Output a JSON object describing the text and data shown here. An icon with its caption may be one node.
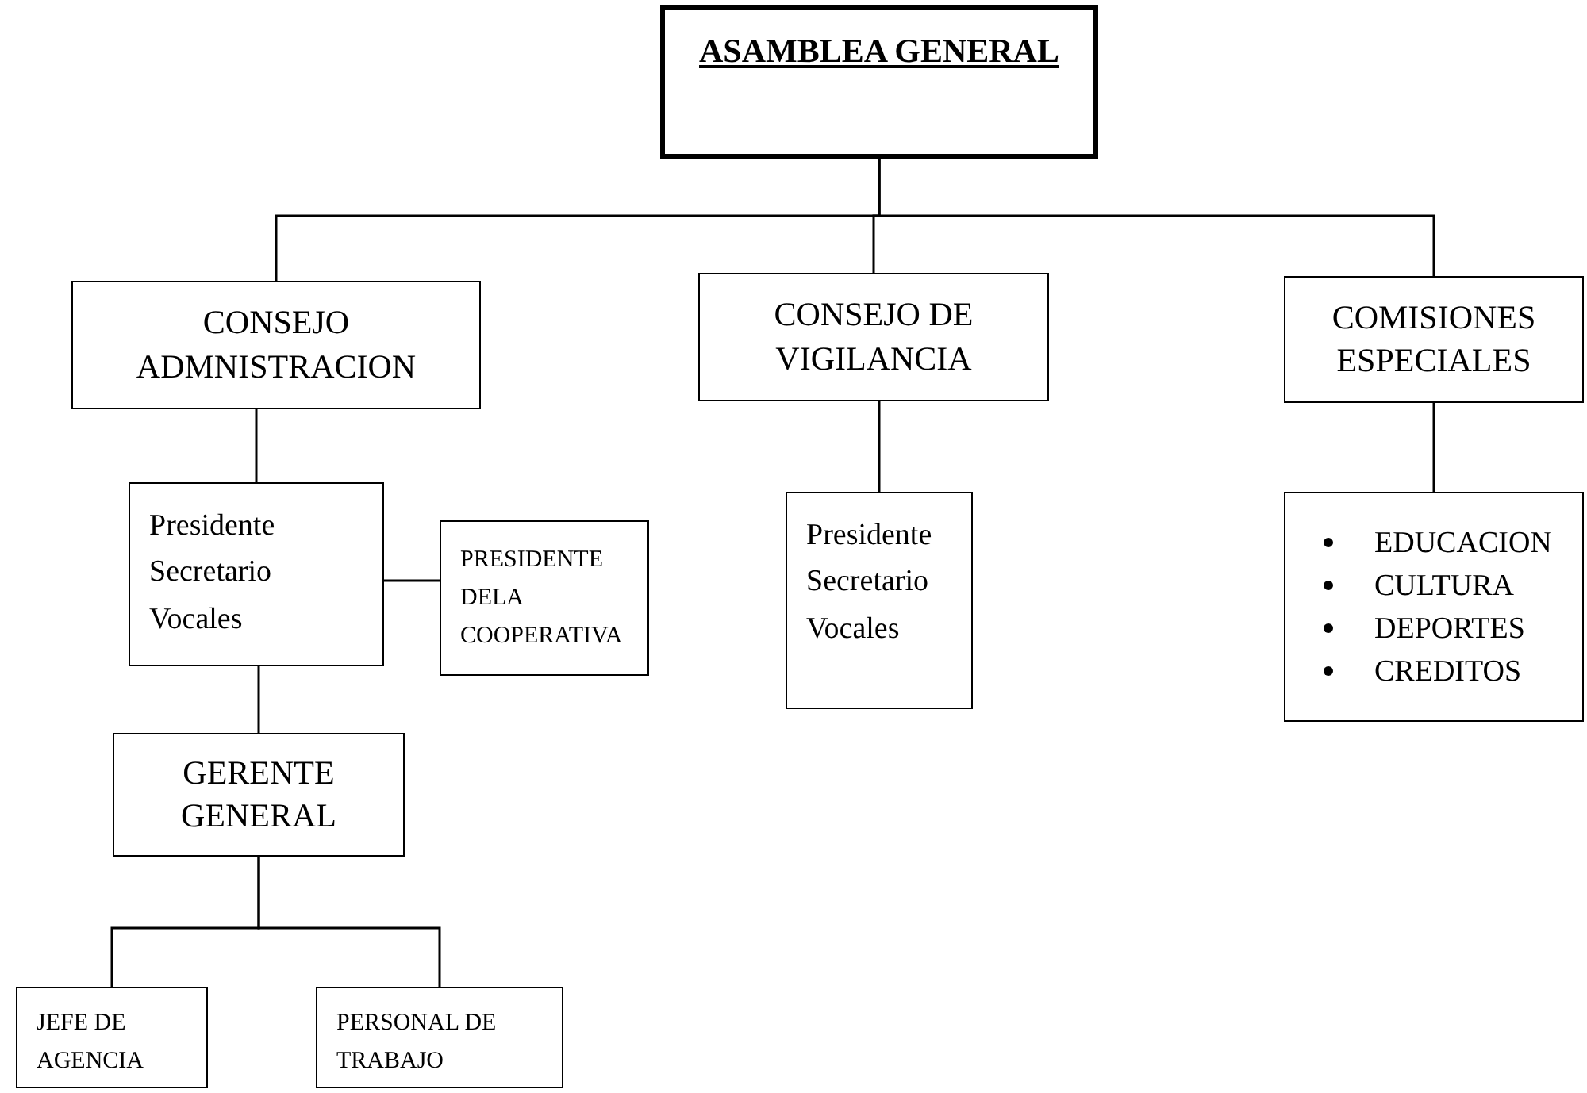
{
  "diagram": {
    "nodes": [
      {
        "text": [
          "ASAMBLEA GENERAL"
        ]
      },
      {
        "text": [
          "CONSEJO ADMNISTRACION"
        ]
      },
      {
        "text": [
          "CONSEJO DE VIGILANCIA"
        ]
      },
      {
        "text": [
          "COMISIONES ESPECIALES"
        ]
      },
      {
        "text": [
          "Presidente",
          "Secretario",
          "Vocales"
        ]
      },
      {
        "text": [
          "PRESIDENTE DELA COOPERATIVA"
        ]
      },
      {
        "text": [
          "Presidente",
          "Secretario",
          "Vocales"
        ]
      },
      {
        "text": [
          "EDUCACION",
          "CULTURA",
          "DEPORTES",
          "CREDITOS"
        ]
      },
      {
        "text": [
          "GERENTE GENERAL"
        ]
      },
      {
        "text": [
          "JEFE DE AGENCIA"
        ]
      },
      {
        "text": [
          "PERSONAL DE TRABAJO"
        ]
      }
    ],
    "edges": [
      {
        "from": 0,
        "to": 1,
        "arrow": "none"
      },
      {
        "from": 0,
        "to": 2,
        "arrow": "none"
      },
      {
        "from": 0,
        "to": 3,
        "arrow": "none"
      },
      {
        "from": 1,
        "to": 4,
        "arrow": "none"
      },
      {
        "from": 4,
        "to": 5,
        "arrow": "none"
      },
      {
        "from": 2,
        "to": 6,
        "arrow": "none"
      },
      {
        "from": 3,
        "to": 7,
        "arrow": "none"
      },
      {
        "from": 4,
        "to": 8,
        "arrow": "none"
      },
      {
        "from": 8,
        "to": 9,
        "arrow": "none"
      },
      {
        "from": 8,
        "to": 10,
        "arrow": "none"
      }
    ]
  }
}
